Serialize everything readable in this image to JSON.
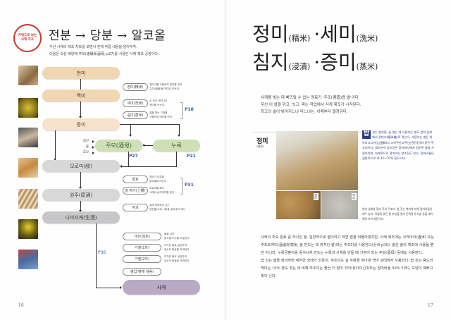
{
  "left_page": {
    "badge": {
      "line1": "키워드로 보는",
      "line2": "사케 주조"
    },
    "title": "전분 → 당분 → 알코올",
    "intro": [
      "우선 사케의 제조 차트를 보면서 전체 작업 내용을 알아두자.",
      "다음은 속성 배양제 주모(速釀系酒母, p27)를 사용한 사케 제조 공정이다."
    ],
    "flow": {
      "hyeonmi": "현미",
      "baekmi": "백미",
      "jeungmi": "증미",
      "jumo": "주모(酒母)",
      "nuruk": "누룩",
      "moromi": "모로미(醪)",
      "wonju": "원주(原酒)",
      "nimajike": "나미지케(生酒)",
      "sake": "사케"
    },
    "inputs": [
      "젖산",
      "물",
      "효모"
    ],
    "steps": [
      {
        "label": "정미(精米)",
        "note": [
          "정미기를 사용하여 현미를 깎아",
          "주조(酒造)용 백미로 만든다."
        ]
      },
      {
        "label": "세미(洗米)",
        "note": [
          "손 또는 세미기로",
          "백미를 씻는다."
        ]
      },
      {
        "label": "증미(蒸米)",
        "note": [
          "쌀을 찌는 기계를",
          "사용하여 백미를 찐다."
        ]
      },
      {
        "label": "발효",
        "note": [
          "효모가 당분을",
          "알코올로 바꾼다."
        ]
      },
      {
        "label": "술 짜기(上槽)",
        "note": [
          "모로미를 짜서",
          "사케와 술지게미를 분리"
        ]
      },
      {
        "label": "여과",
        "note": [
          "술에 포함되어 있는",
          "침전물(오리, 滓)을 걸러내어 제거"
        ]
      },
      {
        "label": "가수(加水)",
        "note": [
          "물을 섞어",
          "알코올 도수를 조절한다."
        ]
      },
      {
        "label": "가열(1차)",
        "note": [
          "뜨거운 물로 살균하여",
          "효소의 활동을 억제한다."
        ]
      },
      {
        "label": "가열(2차)",
        "note": [
          "뜨거운 물로 살균하여",
          "효소의 활동을 억제한다."
        ]
      },
      {
        "label": "병입(병에 넣음)",
        "note": []
      }
    ],
    "page_refs": {
      "p18": "P18",
      "p27": "P27",
      "p21": "P21",
      "p31": "P31",
      "p36": "P36"
    },
    "page_number": "16"
  },
  "right_page": {
    "title": {
      "w1": "정미",
      "w1_sub": "(精米)",
      "sep": "·",
      "w2": "세미",
      "w2_sub": "(洗米)",
      "w3": "침지",
      "w3_sub": "(浸漬)",
      "w4": "증미",
      "w4_sub": "(蒸米)"
    },
    "intro": [
      "사케를 빚는 데 빠뜨릴 수 없는 원료가 '주조(酒造)용 쌀'이다.",
      "우선 이 쌀을 깎고, 씻고, 찌는 작업에서 사케 제조가 시작된다.",
      "최고의 술이 빚어지느냐 마느냐는, 이때부터 결정된다."
    ],
    "panel": {
      "heading": "정미",
      "heading_sub": "(精米)",
      "tag_brown": "현미",
      "tag_gray": "백미",
      "dropcap": "밥",
      "side_text": "짓는 쌀처럼, 술 빚는 데 사용하는 쌀도 현미 상태에서 정미기(精米機)로 깎는다. 사용하는 쌀은 야마다니시키(山田錦)나 고하쿠만고쿠(五百万石)와 같은 주조미이다. 대부분의 양조장은 정미회사에서 정미된 쌀을 사용하지만, 자체적으로 정미하는 양조장도 있다. 정미비율은 일반적으로 약 35~70% 정도이다.",
      "side_note": "현미 상태와 정미 후의 주조미. 밥 짓는 백미에 비해 정미비율이 매우 낮다. 하얗게 깎은 쌀 부분을 정미 단백질과 지방 등을 제거해야 하기 때문이다."
    },
    "body": [
      "사케의 주요 원료 중 하나인 쌀. 일반적으로 쌀이라고 하면 밥을 떠올리겠지만, 사케 제조에는 사카마이(酒米) 또는 주조호적미(酒造好適米, 술 만드는 데 최적인 쌀)라는 주조미를 사용한다(상세 p30). 쌀은 술의 재조에 사용될 뿐만 아니라, 누룩곰팡이를 증식시켜 만드는 누룩과 사케를 만들 때 기본이 되는 주모(酒母) 등에도 사용된다.",
      "밥 짓는 쌀을 정미하면 새하얀 상태가 되듯이, 주조미도 겉 부분을 깎아낸 백미 상태에서 사용한다. 밥 짓는 용도의 백미는 10% 정도 깎는 데 비해 주조미는 훨씬 더 많이 깎아내(다이긴조주는 정미비율 50% 이하), 모양이 예쁘고 빛이 난다."
    ],
    "page_number": "17"
  },
  "colors": {
    "badge_red": "#c7352c",
    "tan": "#f1d6b2",
    "green": "#cfe0b6",
    "gray": "#d8d8d8",
    "purple": "#b8a9c5",
    "ref_blue": "#3b5a9a",
    "sidebar_navy": "#2b3a7a"
  }
}
